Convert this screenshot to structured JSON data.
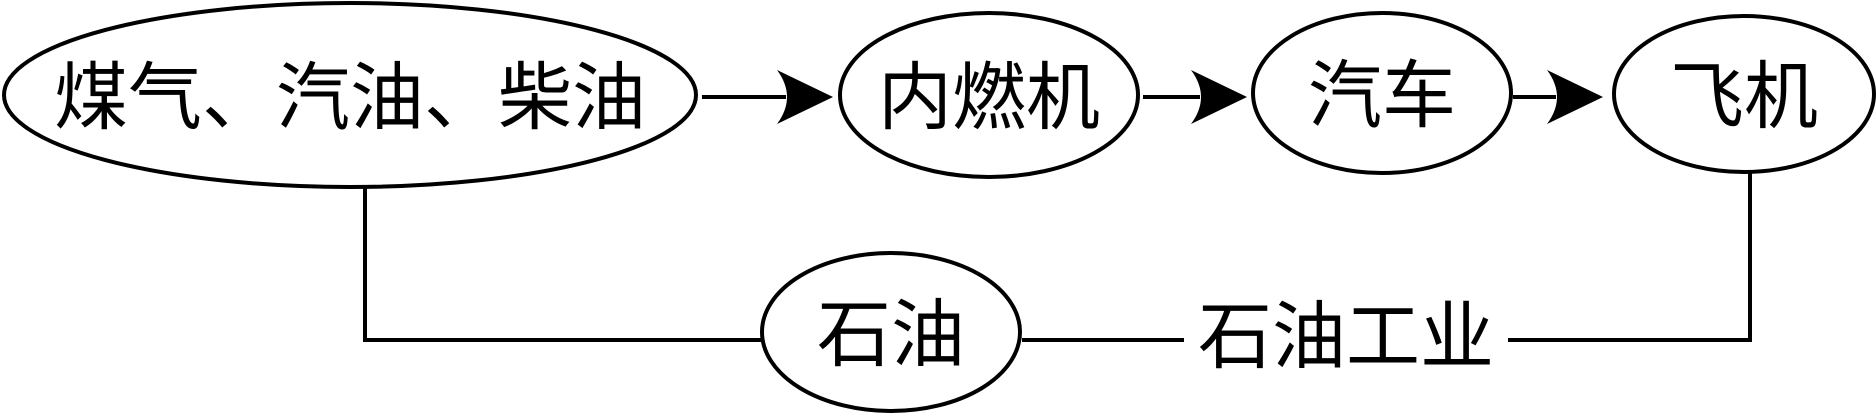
{
  "diagram": {
    "background": "#ffffff",
    "stroke_color": "#000000",
    "nodes": [
      {
        "id": "fuels",
        "label": "煤气、汽油、柴油",
        "shape": "ellipse"
      },
      {
        "id": "engine",
        "label": "内燃机",
        "shape": "ellipse"
      },
      {
        "id": "car",
        "label": "汽车",
        "shape": "ellipse"
      },
      {
        "id": "plane",
        "label": "飞机",
        "shape": "ellipse"
      },
      {
        "id": "oil",
        "label": "石油",
        "shape": "ellipse"
      },
      {
        "id": "oil-industry",
        "label": "石油工业",
        "shape": "text"
      }
    ],
    "edges": [
      {
        "from": "fuels",
        "to": "engine",
        "style": "arrow"
      },
      {
        "from": "engine",
        "to": "car",
        "style": "arrow"
      },
      {
        "from": "car",
        "to": "plane",
        "style": "arrow"
      },
      {
        "from": "fuels",
        "to": "oil",
        "style": "line"
      },
      {
        "from": "oil",
        "to": "oil-industry",
        "style": "line"
      },
      {
        "from": "oil-industry",
        "to": "plane",
        "style": "line"
      }
    ]
  }
}
